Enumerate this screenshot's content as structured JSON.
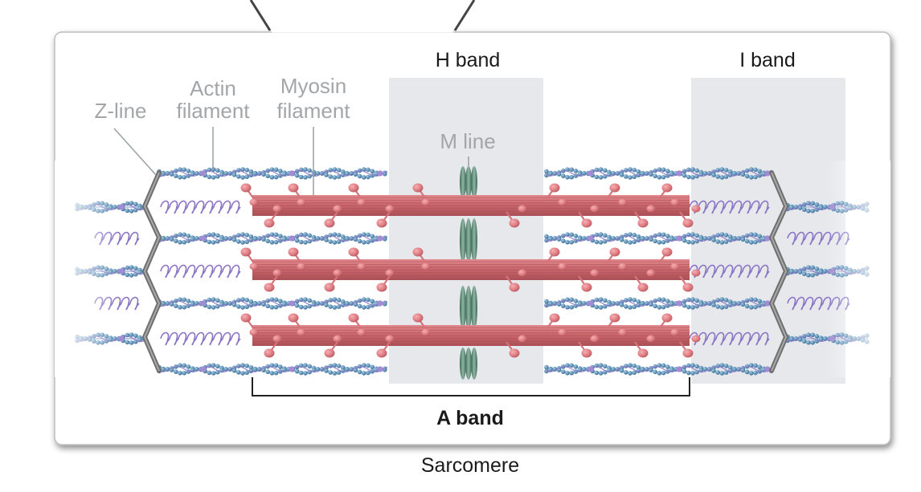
{
  "labels": {
    "z_line": "Z-line",
    "actin_line1": "Actin",
    "actin_line2": "filament",
    "myosin_line1": "Myosin",
    "myosin_line2": "filament",
    "m_line": "M line",
    "h_band": "H band",
    "i_band": "I band",
    "a_band": "A band",
    "sarcomere": "Sarcomere"
  },
  "colors": {
    "panel_border": "#bdbdbd",
    "band_shade": "#e6e8ec",
    "actin_bead": "#5d8fb5",
    "actin_bead_dark": "#3f6f96",
    "titin_spring": "#8a74c4",
    "myosin_body": "#c9666c",
    "myosin_head": "#e07e84",
    "myosin_stripe": "#a94f55",
    "m_line_disc": "#5f8c77",
    "z_line": "#6f6f6f",
    "label_grey": "#a3a6a9",
    "label_dark": "#1a1a1a"
  }
}
